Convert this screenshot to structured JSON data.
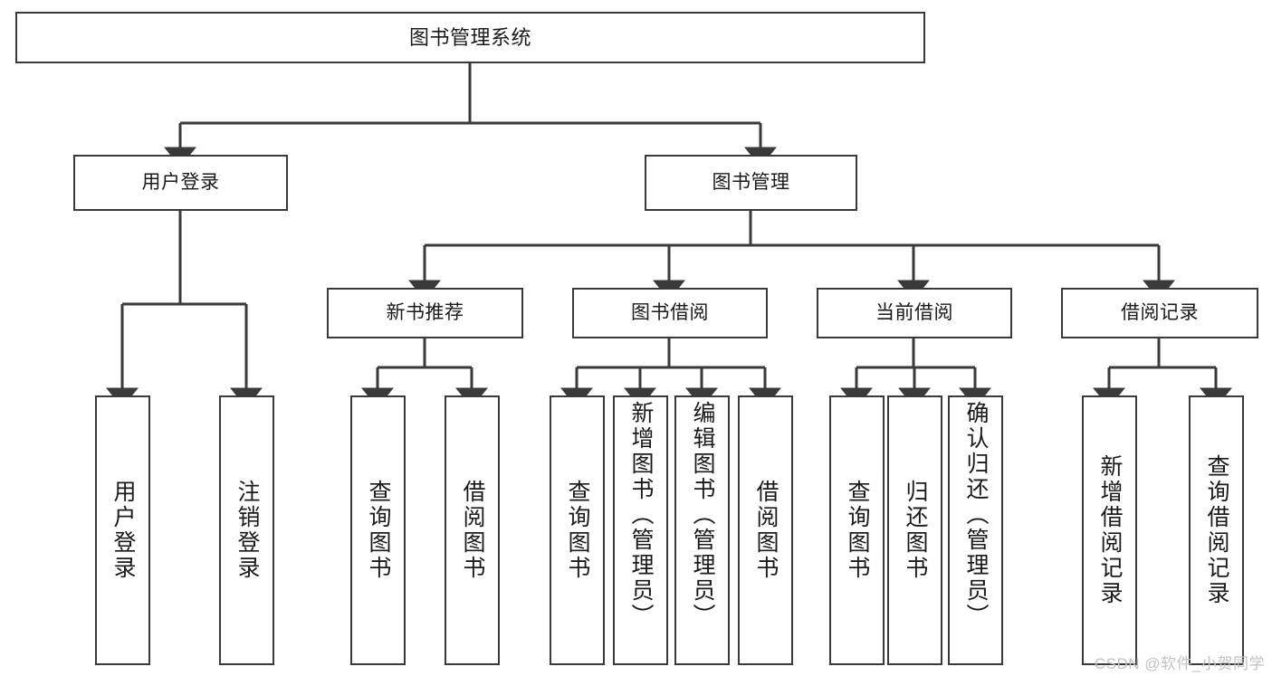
{
  "diagram": {
    "type": "tree-hierarchy",
    "title": "图书管理系统",
    "orientation": "top-down",
    "colors": {
      "stroke": "#3a3a3a",
      "box_fill": "#ffffff",
      "text": "#1a1a1a",
      "background": "#ffffff",
      "watermark": "#c2c2c2"
    },
    "levels": {
      "root": {
        "label": "图书管理系统"
      },
      "level1": [
        {
          "label": "用户登录"
        },
        {
          "label": "图书管理"
        }
      ],
      "level2": [
        {
          "label": "新书推荐"
        },
        {
          "label": "图书借阅"
        },
        {
          "label": "当前借阅"
        },
        {
          "label": "借阅记录"
        }
      ],
      "leaves": {
        "用户登录": [
          {
            "label": "用户登录",
            "align": "center"
          },
          {
            "label": "注销登录",
            "align": "center"
          }
        ],
        "新书推荐": [
          {
            "label": "查询图书",
            "align": "center"
          },
          {
            "label": "借阅图书",
            "align": "center"
          }
        ],
        "图书借阅": [
          {
            "label": "查询图书",
            "align": "center"
          },
          {
            "label": "新增图书（管理员）",
            "align": "top"
          },
          {
            "label": "编辑图书（管理员）",
            "align": "top"
          },
          {
            "label": "借阅图书",
            "align": "center"
          }
        ],
        "当前借阅": [
          {
            "label": "查询图书",
            "align": "center"
          },
          {
            "label": "归还图书",
            "align": "center"
          },
          {
            "label": "确认归还（管理员）",
            "align": "top"
          }
        ],
        "借阅记录": [
          {
            "label": "新增借阅记录",
            "align": "center"
          },
          {
            "label": "查询借阅记录",
            "align": "center"
          }
        ]
      }
    }
  },
  "watermark": {
    "text": "CSDN @软件_小贺同学"
  }
}
